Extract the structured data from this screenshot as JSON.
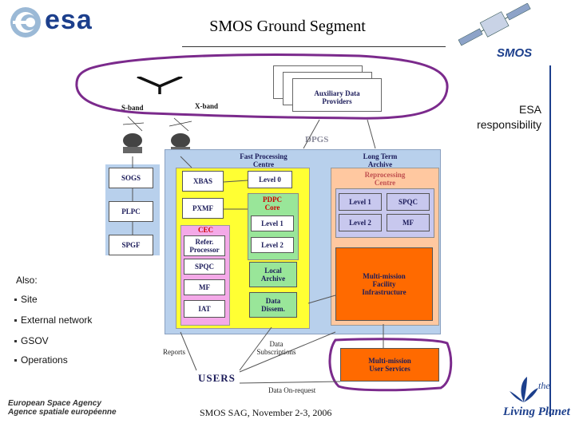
{
  "header": {
    "logo_text": "esa",
    "title": "SMOS Ground Segment",
    "mission_logo_text": "SMOS"
  },
  "responsibility_note": "ESA\nresponsibility",
  "diagram": {
    "top": {
      "s_band": "S-band",
      "x_band": "X-band",
      "aux_providers": "Auxiliary Data\nProviders"
    },
    "left_chain": [
      "SOGS",
      "PLPC",
      "SPGF"
    ],
    "dpgs_label": "DPGS",
    "fast_processing": "Fast Processing\nCentre",
    "long_term_archive": "Long Term\nArchive",
    "reprocessing": "Reprocessing\nCentre",
    "xbas": "XBAS",
    "pxmf": "PXMF",
    "cec": "CEC",
    "refer_processor": "Refer.\nProcessor",
    "spqc_left": "SPQC",
    "mf_left": "MF",
    "iat": "IAT",
    "level0": "Level 0",
    "pdpc_core": "PDPC\nCore",
    "level1": "Level 1",
    "level2": "Level 2",
    "local_archive": "Local\nArchive",
    "data_dissem": "Data\nDissem.",
    "re_level1": "Level 1",
    "re_spqc": "SPQC",
    "re_level2": "Level 2",
    "re_mf": "MF",
    "mm_facility": "Multi-mission\nFacility\nInfrastructure",
    "mm_user_services": "Multi-mission\nUser Services",
    "reports": "Reports",
    "data_subscriptions": "Data\nSubscriptions",
    "users": "USERS",
    "data_on_request": "Data On-request"
  },
  "also": {
    "heading": "Also:",
    "items": [
      "Site",
      "External network",
      "GSOV",
      "Operations"
    ]
  },
  "footer": {
    "agency_en": "European Space Agency",
    "agency_fr": "Agence spatiale européenne",
    "event": "SMOS SAG, November 2-3, 2006",
    "living_planet_the": "the",
    "living_planet": "Living Planet"
  },
  "colors": {
    "purple_outline": "#7b2a8c",
    "yellow": "#ffff33",
    "green": "#99e699",
    "orange": "#ff6a00",
    "salmon": "#ffc8a0",
    "lavender": "#c8c8ee",
    "blue_bg": "#b8d0ec",
    "title_blue": "#1c3f8c"
  }
}
